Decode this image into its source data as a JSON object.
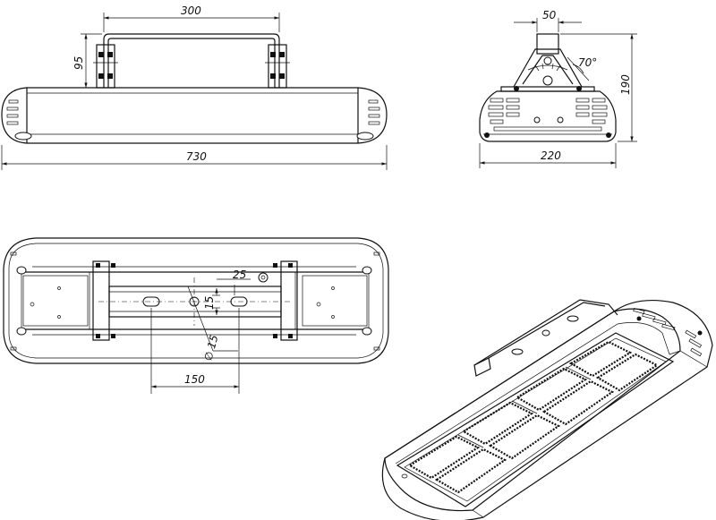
{
  "dimensions": {
    "front_bracket_width": "300",
    "front_bracket_height": "95",
    "front_total_length": "730",
    "side_bracket_width": "50",
    "side_tilt_angle": "70°",
    "side_height": "190",
    "side_total_width": "220",
    "bottom_slot_offset": "25",
    "bottom_slot_width": "15",
    "bottom_hole_diameter": "∅ 15",
    "bottom_slot_spacing": "150"
  }
}
